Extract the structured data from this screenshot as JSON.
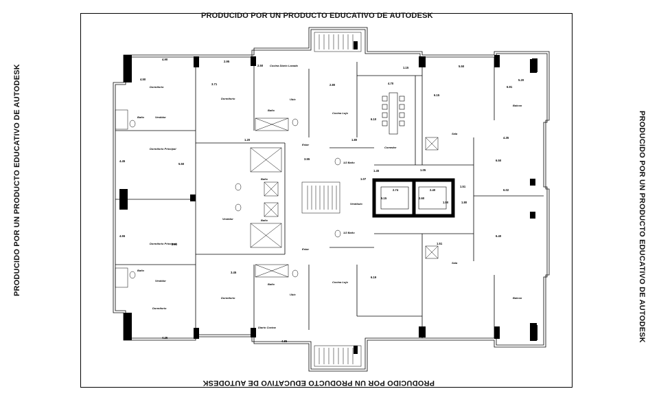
{
  "watermarks": {
    "top": "PRODUCIDO POR UN PRODUCTO EDUCATIVO DE AUTODESK",
    "bottom": "PRODUCIDO POR UN PRODUCTO EDUCATIVO DE AUTODESK",
    "left": "PRODUCIDO POR UN PRODUCTO EDUCATIVO DE AUTODESK",
    "right": "PRODUCIDO POR UN PRODUCTO EDUCATIVO DE AUTODESK"
  },
  "rooms": {
    "dormitorio_1": "Dormitorio",
    "dormitorio_2": "Dormitorio",
    "dormitorio_principal_1": "Dormitorio Principal",
    "dormitorio_principal_2": "Dormitorio Principal",
    "dormitorio_3": "Dormitorio",
    "dormitorio_4": "Dormitorio",
    "cocina_diario_1": "Cocina Diario",
    "lavado": "Lavado",
    "cocina_lujo_1": "Cocina Lujo",
    "cocina_lujo_2": "Cocina Lujo",
    "comedor": "Comedor",
    "estar_1": "Estar",
    "estar_2": "Estar",
    "vestidor_1": "Vestidor",
    "vestidor_2": "Vestidor",
    "vestibulo": "Vestíbulo",
    "bano_1": "Baño",
    "bano_2": "Baño",
    "bano_3": "Baño",
    "bano_4": "Baño",
    "half_bath_1": "1/2 Baño",
    "half_bath_2": "1/2 Baño",
    "balcon_1": "Balcon",
    "balcon_2": "Balcon",
    "sala_1": "Sala",
    "sala_2": "Sala",
    "diario_cocina": "Diario Cocina",
    "ubic": "Ubic"
  },
  "dimensions": {
    "d1": "4.90",
    "d2": "4.50",
    "d3": "3.71",
    "d4": "2.95",
    "d5": "2.50",
    "d6": "1.15",
    "d7": "5.50",
    "d8": "6.91",
    "d9": "5.20",
    "d10": "4.70",
    "d11": "6.15",
    "d12": "6.10",
    "d13": "4.35",
    "d14": "6.50",
    "d15": "4.45",
    "d16": "5.50",
    "d17": "1.50",
    "d18": "2.74",
    "d19": "2.40",
    "d20": "1.51",
    "d21": "6.02",
    "d22": "1.80",
    "d23": "5.15",
    "d24": "2.60",
    "d25": "4.55",
    "d26": "1.20",
    "d27": "1.80",
    "d28": "2.80",
    "d29": "3.55",
    "d30": "1.07",
    "d31": "6.40",
    "d32": "6.19",
    "d33": "1.05",
    "d34": "4.25",
    "d35": "1.45",
    "d36": "2.90",
    "d37": "4.85",
    "d38": "3.45",
    "d39": "1.51"
  }
}
